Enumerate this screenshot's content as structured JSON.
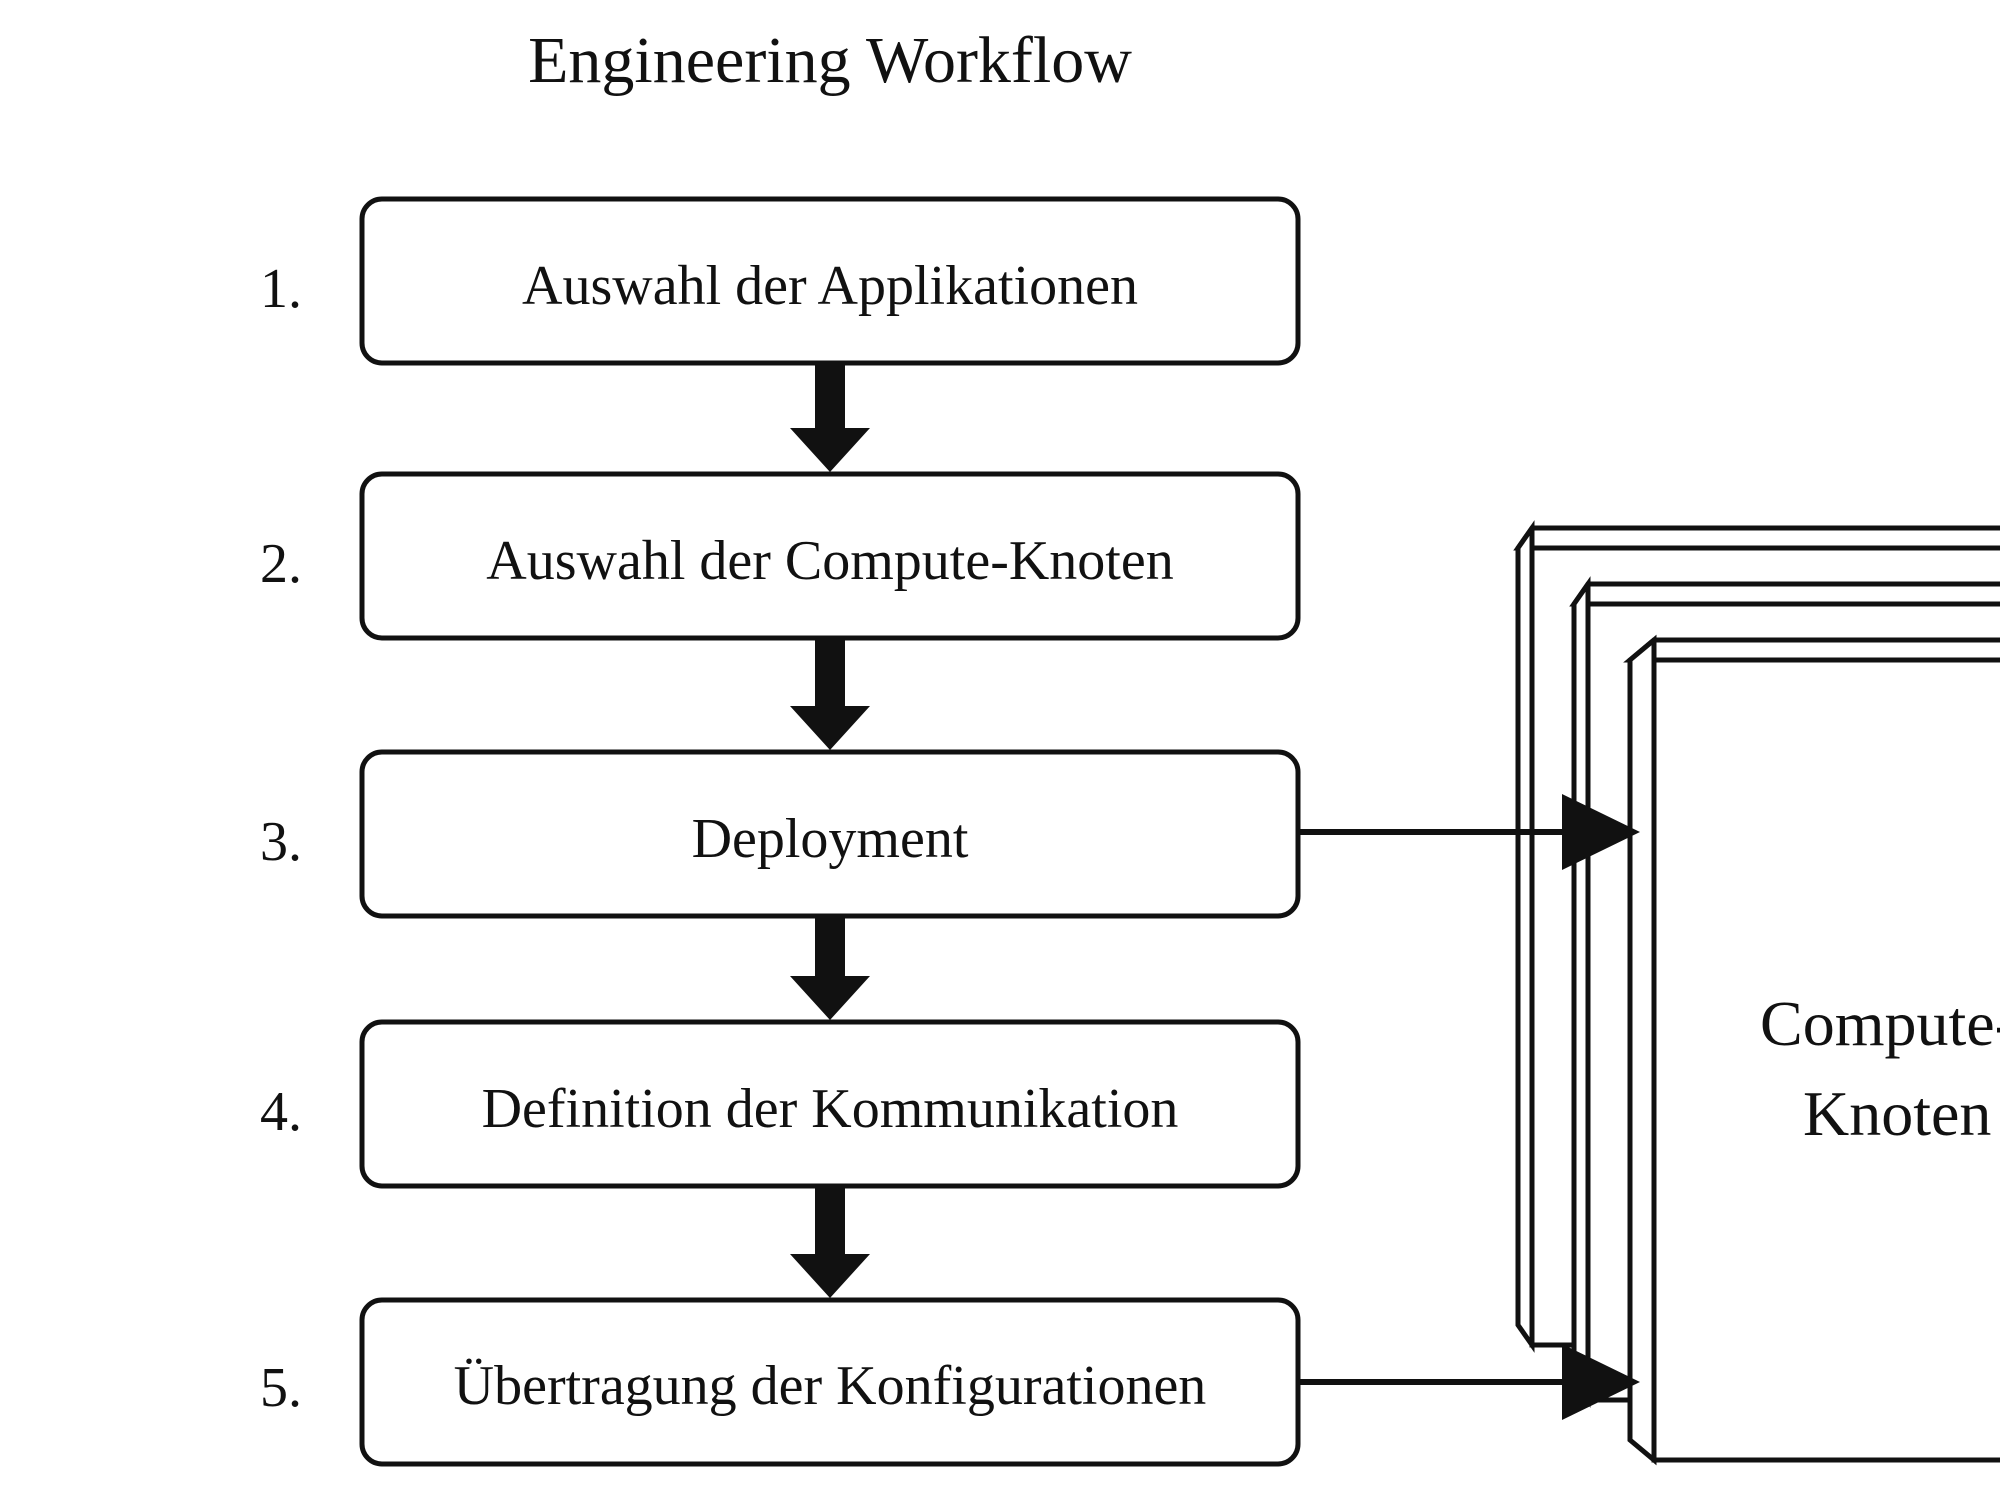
{
  "title": "Engineering Workflow",
  "steps": [
    {
      "number": "1.",
      "label": "Auswahl der Applikationen"
    },
    {
      "number": "2.",
      "label": "Auswahl der Compute-Knoten"
    },
    {
      "number": "3.",
      "label": "Deployment"
    },
    {
      "number": "4.",
      "label": "Definition der Kommunikation"
    },
    {
      "number": "5.",
      "label": "Übertragung der Konfigurationen"
    }
  ],
  "compute_node": {
    "line1": "Compute-",
    "line2": "Knoten"
  },
  "colors": {
    "stroke": "#111111",
    "background": "#ffffff",
    "text": "#111111"
  }
}
